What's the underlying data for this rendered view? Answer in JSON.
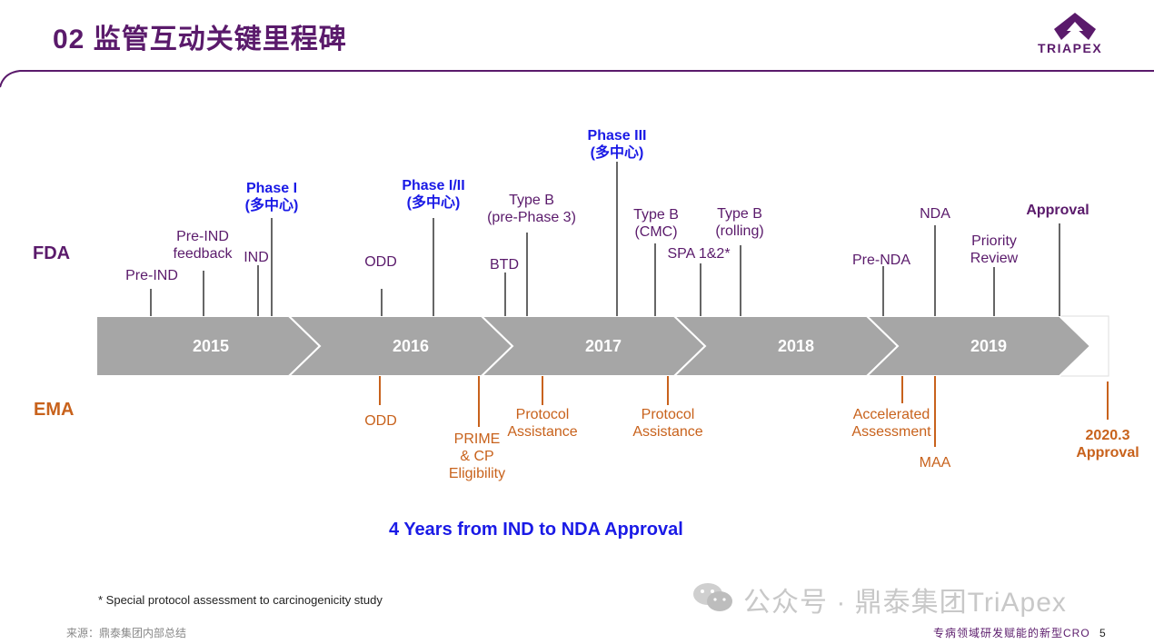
{
  "header": {
    "title": "02 监管互动关键里程碑",
    "logo_text": "TRIAPEX"
  },
  "rows": {
    "fda": "FDA",
    "ema": "EMA"
  },
  "years": [
    "2015",
    "2016",
    "2017",
    "2018",
    "2019"
  ],
  "fda_milestones": [
    {
      "label": "Pre-IND",
      "style": "fda"
    },
    {
      "label": "Pre-IND\nfeedback",
      "style": "fda"
    },
    {
      "label": "IND",
      "style": "fda"
    },
    {
      "label": "Phase I\n(多中心)",
      "style": "blue"
    },
    {
      "label": "ODD",
      "style": "fda"
    },
    {
      "label": "Phase I/II\n(多中心)",
      "style": "blue"
    },
    {
      "label": "BTD",
      "style": "fda"
    },
    {
      "label": "Type B\n(pre-Phase 3)",
      "style": "fda"
    },
    {
      "label": "Phase III\n(多中心)",
      "style": "blue"
    },
    {
      "label": "Type B\n(CMC)",
      "style": "fda"
    },
    {
      "label": "SPA 1&2*",
      "style": "fda"
    },
    {
      "label": "Type B\n(rolling)",
      "style": "fda"
    },
    {
      "label": "Pre-NDA",
      "style": "fda"
    },
    {
      "label": "NDA",
      "style": "fda"
    },
    {
      "label": "Priority\nReview",
      "style": "fda"
    },
    {
      "label": "Approval",
      "style": "bold-purple"
    }
  ],
  "ema_milestones": [
    {
      "label": "ODD",
      "style": "ema"
    },
    {
      "label": "PRIME\n& CP\nEligibility",
      "style": "ema"
    },
    {
      "label": "Protocol\nAssistance",
      "style": "ema"
    },
    {
      "label": "Protocol\nAssistance",
      "style": "ema"
    },
    {
      "label": "Accelerated\nAssessment",
      "style": "ema"
    },
    {
      "label": "MAA",
      "style": "ema"
    },
    {
      "label": "2020.3\nApproval",
      "style": "bold-orange"
    }
  ],
  "summary": "4 Years from IND to NDA Approval",
  "footnote": "* Special protocol assessment to carcinogenicity study",
  "source": "来源：鼎泰集团内部总结",
  "footer_right": "专病领域研发赋能的新型CRO",
  "page_number": "5",
  "watermark": "公众号 · 鼎泰集团TriApex",
  "colors": {
    "purple": "#5a1a6b",
    "orange": "#c8621c",
    "blue": "#1a1ae6",
    "arrow": "#a6a6a6"
  }
}
